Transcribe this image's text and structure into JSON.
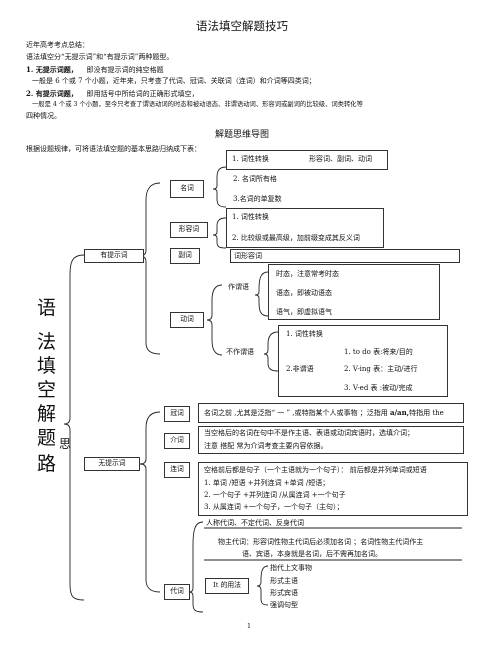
{
  "doc": {
    "title": "语法填空解题技巧",
    "summary_heading": "近年高考考点总结：",
    "summary_intro": "语法填空分“无提示词”和“有提示词”两种题型。",
    "item1_head": "1. 无提示词题，",
    "item1_tail": "即没有提示词的纯空格题",
    "item1_detail": "一般是  6 个或 7 个小题，近年来，只考查了代词、冠词、关联词（连词）和介词等四类词；",
    "item2_head": "2. 有提示词题，",
    "item2_tail": "即用括号中所给词的正确形式填空，",
    "item2_detail_a": "一般是 4 个或 3 个小题，至今只考查了谓语动词的时态和被动语态、非谓语动词、形容词或副词的比较级、词类转化等",
    "item2_detail_b": "四种情况。",
    "mindmap_title": "解题思维导图",
    "mindmap_intro": "根据设题规律，可将语法填空题的基本思路归纳成下表：",
    "page_number": "1"
  },
  "mindmap": {
    "root_chars": [
      "语",
      "法",
      "填",
      "空",
      "解",
      "题",
      "思",
      "路"
    ],
    "has_hint": "有提示词",
    "no_hint": "无提示词",
    "noun": "名词",
    "noun_items": [
      "1. 词性转换",
      "形容词、副词、动词",
      "2. 名词所有格",
      "3.名词的单复数"
    ],
    "adj": "形容词",
    "adj_items": [
      "1. 词性转换",
      "2. 比较级或最高级，加前缀变成其反义词"
    ],
    "adv": "副词",
    "adv_item": "词形容词",
    "verb": "动词",
    "predicate": "作谓语",
    "predicate_items": [
      "时态，注意常考时态",
      "语态，即被动语态",
      "语气，即虚拟语气"
    ],
    "non_predicate": "不作谓语",
    "np_item1": "1. 词性转换",
    "np_item2": "2.非谓语",
    "np_forms": [
      "1. to do  表:将来/目的",
      "2. V-ing  表：主动/进行",
      "3. V-ed  表 :被动/完成"
    ],
    "article": "冠词",
    "article_text_a": "名词之前 ,尤其是泛指“ 一 ” ,或特指某个人或事物 ；泛指用 ",
    "article_text_b": "a/an,",
    "article_text_c": "特指用 the",
    "prep": "介词",
    "prep_text_1": "当空格后的名词在句中不是作主语、表语或动词宾语时，选填介词；",
    "prep_text_2": "注意   搭配   常为介词考查主要内容依据。",
    "conj": "连词",
    "conj_rule": "空格前后都是句子（一个主语就为一个句子）：  前后都是并列单词或短语",
    "conj_items": [
      "1. 单词 /短语 +并列连词 +单词 /短语；",
      "2. 一个句子 +并列连词 /从属连词 +一个句子",
      "3. 从属连词 +一个句子，一个句子（主句）；"
    ],
    "pron": "代词",
    "pron_line1": "人称代词、不定代词、反身代词",
    "pron_line2a": "物主代词：形容词性物主代词后必须加名词",
    "pron_line2b": "；名词性物主代词作主",
    "pron_line3": "语、宾语，本身就是名词，后不需再加名词。",
    "it_usage": "It 的用法",
    "it_items": [
      "指代上文事物",
      "形式主语",
      "形式宾语",
      "强调句型"
    ]
  }
}
